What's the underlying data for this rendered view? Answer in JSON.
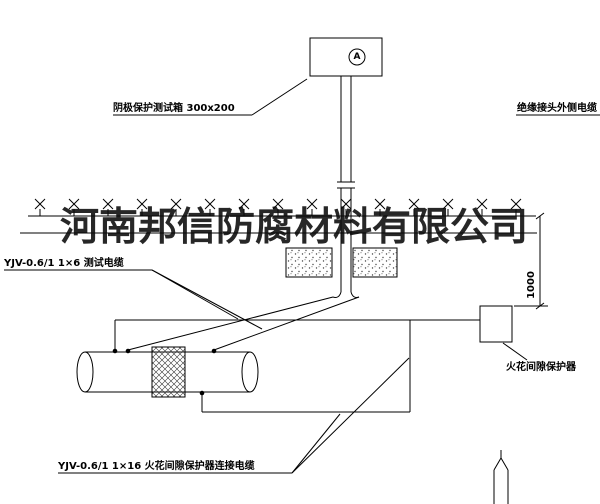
{
  "company_watermark": "河南邦信防腐材料有限公司",
  "test_box": {
    "label": "阴极保护测试箱 300x200",
    "meter_symbol": "A"
  },
  "labels": {
    "insulated_joint_cable": "绝缘接头外侧电缆",
    "test_cable": "YJV-0.6/1 1×6  测试电缆",
    "spark_gap_device": "火花间隙保护器",
    "spark_gap_cable": "YJV-0.6/1 1×16  火花间隙保护器连接电缆"
  },
  "dimensions": {
    "ground_to_device": "1000"
  },
  "colors": {
    "line": "#000000",
    "background": "#ffffff"
  }
}
